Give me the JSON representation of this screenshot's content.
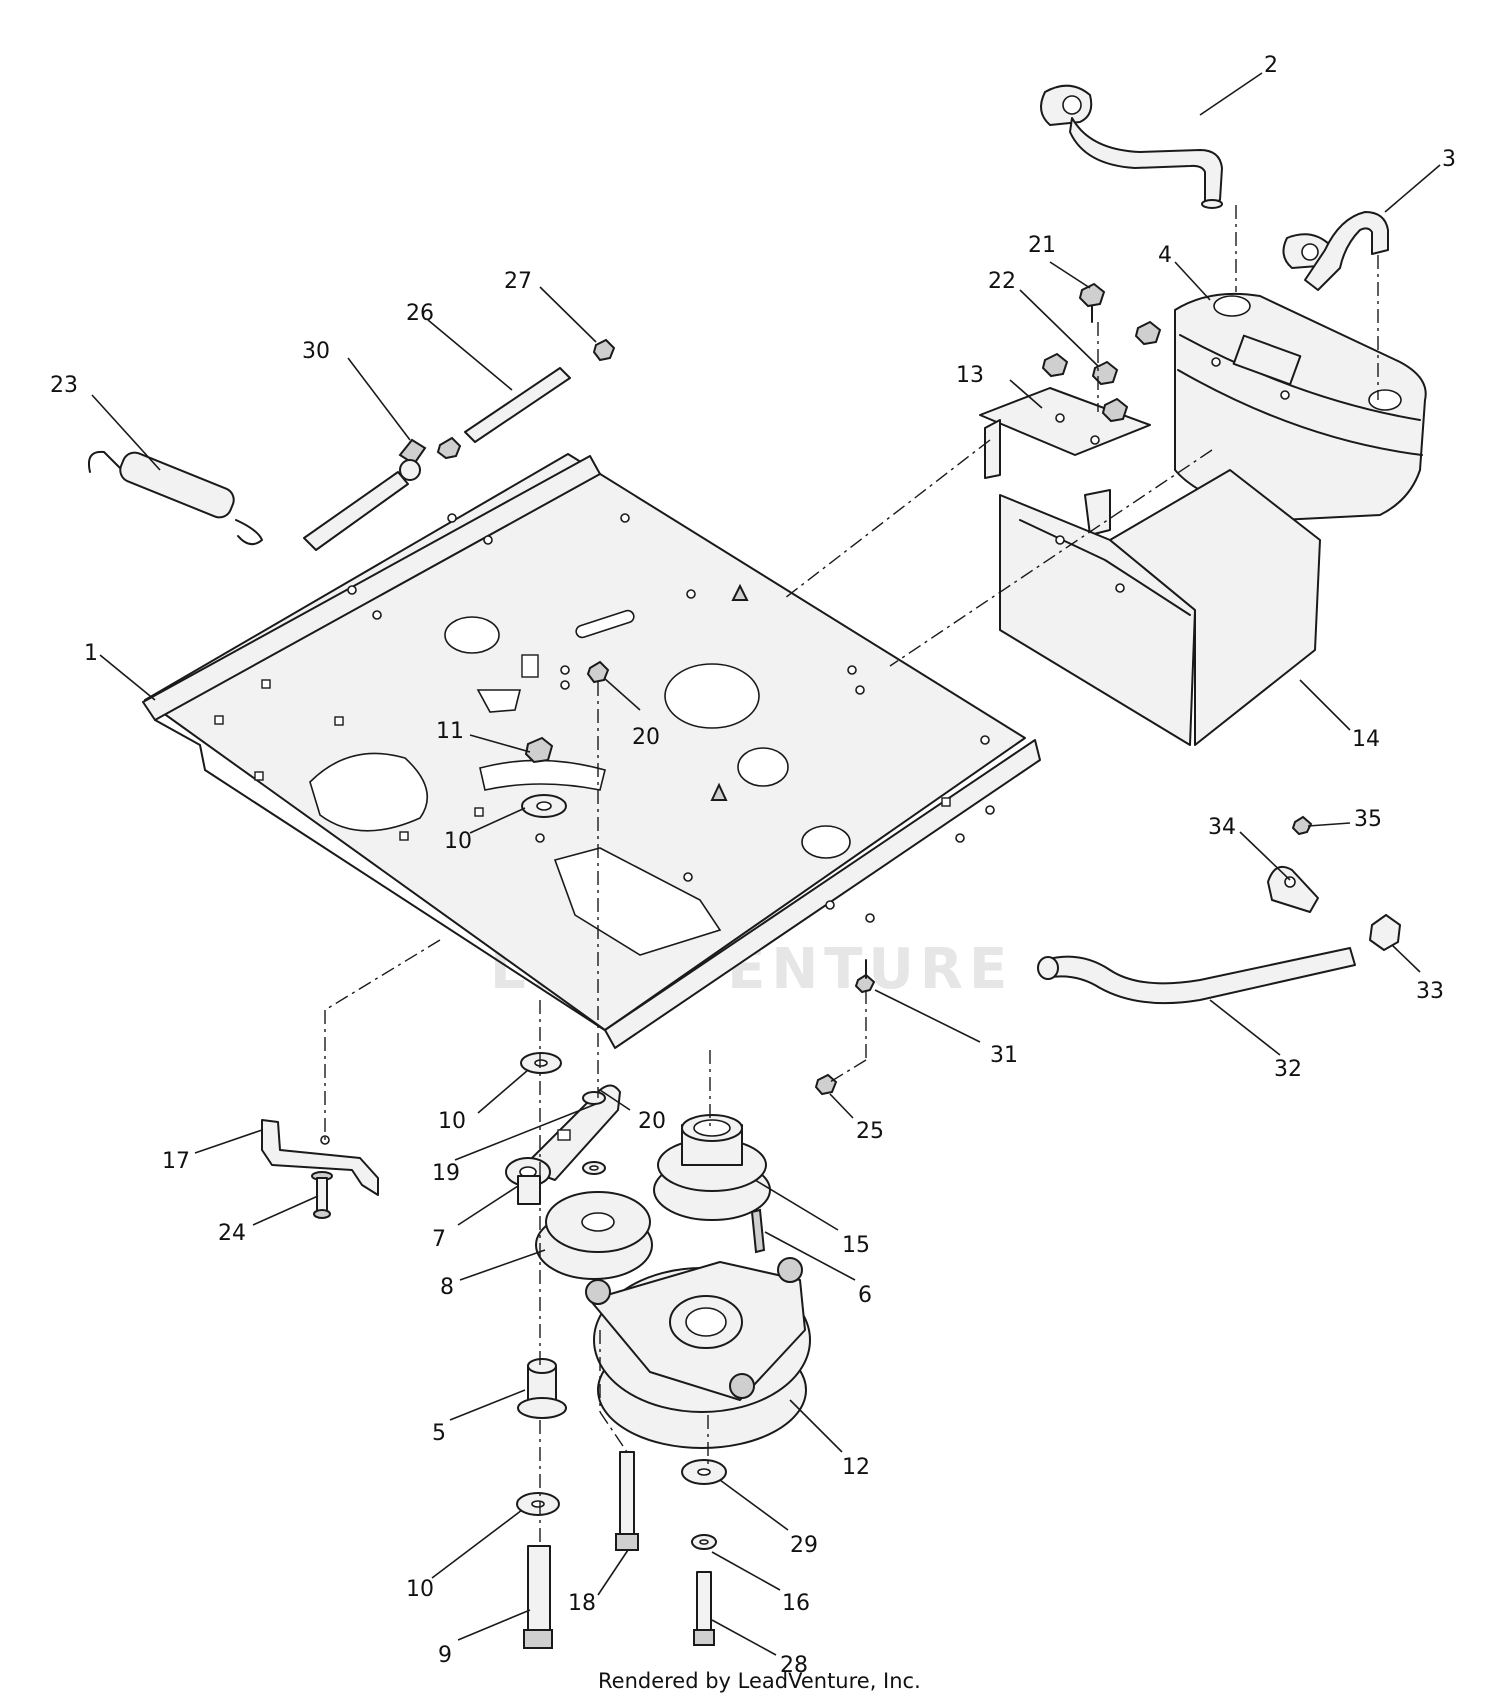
{
  "diagram": {
    "callouts": [
      {
        "id": "c1",
        "label": "1"
      },
      {
        "id": "c2",
        "label": "2"
      },
      {
        "id": "c3",
        "label": "3"
      },
      {
        "id": "c4",
        "label": "4"
      },
      {
        "id": "c5",
        "label": "5"
      },
      {
        "id": "c6",
        "label": "6"
      },
      {
        "id": "c7",
        "label": "7"
      },
      {
        "id": "c8",
        "label": "8"
      },
      {
        "id": "c9",
        "label": "9"
      },
      {
        "id": "c10a",
        "label": "10"
      },
      {
        "id": "c10b",
        "label": "10"
      },
      {
        "id": "c10c",
        "label": "10"
      },
      {
        "id": "c11",
        "label": "11"
      },
      {
        "id": "c12",
        "label": "12"
      },
      {
        "id": "c13",
        "label": "13"
      },
      {
        "id": "c14",
        "label": "14"
      },
      {
        "id": "c15",
        "label": "15"
      },
      {
        "id": "c16",
        "label": "16"
      },
      {
        "id": "c17",
        "label": "17"
      },
      {
        "id": "c18",
        "label": "18"
      },
      {
        "id": "c19",
        "label": "19"
      },
      {
        "id": "c20a",
        "label": "20"
      },
      {
        "id": "c20b",
        "label": "20"
      },
      {
        "id": "c21",
        "label": "21"
      },
      {
        "id": "c22",
        "label": "22"
      },
      {
        "id": "c23",
        "label": "23"
      },
      {
        "id": "c24",
        "label": "24"
      },
      {
        "id": "c25",
        "label": "25"
      },
      {
        "id": "c26",
        "label": "26"
      },
      {
        "id": "c27",
        "label": "27"
      },
      {
        "id": "c28",
        "label": "28"
      },
      {
        "id": "c29",
        "label": "29"
      },
      {
        "id": "c30",
        "label": "30"
      },
      {
        "id": "c31",
        "label": "31"
      },
      {
        "id": "c32",
        "label": "32"
      },
      {
        "id": "c33",
        "label": "33"
      },
      {
        "id": "c34",
        "label": "34"
      },
      {
        "id": "c35",
        "label": "35"
      }
    ],
    "credit": "Rendered by LeadVenture, Inc.",
    "watermark": "LEADVENTURE"
  }
}
